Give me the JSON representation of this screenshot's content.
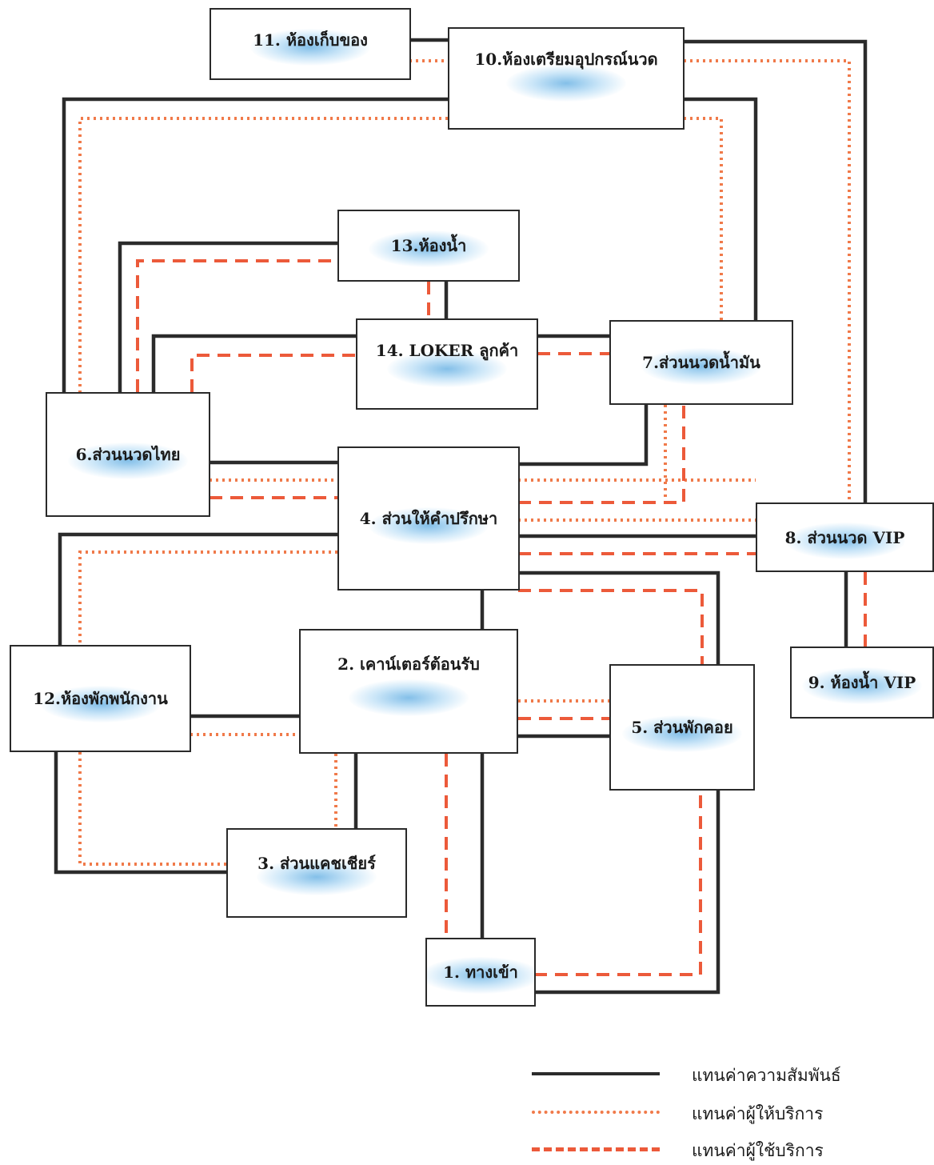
{
  "rooms": [
    {
      "id": "r1",
      "label": "1. ทางเข้า"
    },
    {
      "id": "r2",
      "label": "2. เคาน์เตอร์ต้อนรับ"
    },
    {
      "id": "r3",
      "label": "3. ส่วนแคชเชียร์"
    },
    {
      "id": "r4",
      "label": "4. ส่วนให้คำปรึกษา"
    },
    {
      "id": "r5",
      "label": "5. ส่วนพักคอย"
    },
    {
      "id": "r6",
      "label": "6.ส่วนนวดไทย"
    },
    {
      "id": "r7",
      "label": "7.ส่วนนวดน้ำมัน"
    },
    {
      "id": "r8",
      "label": "8. ส่วนนวด VIP"
    },
    {
      "id": "r9",
      "label": "9. ห้องน้ำ VIP"
    },
    {
      "id": "r10",
      "label": "10.ห้องเตรียมอุปกรณ์นวด"
    },
    {
      "id": "r11",
      "label": "11. ห้องเก็บของ"
    },
    {
      "id": "r12",
      "label": "12.ห้องพักพนักงาน"
    },
    {
      "id": "r13",
      "label": "13.ห้องน้ำ"
    },
    {
      "id": "r14",
      "label": "14. LOKER ลูกค้า"
    }
  ],
  "legend": {
    "relationship": "แทนค่าความสัมพันธ์",
    "provider": "แทนค่าผู้ให้บริการ",
    "user": "แทนค่าผู้ใช้บริการ"
  },
  "colors": {
    "relationship": "#2b2b2b",
    "provider": "#f07a4a",
    "user": "#ec5a3a"
  }
}
